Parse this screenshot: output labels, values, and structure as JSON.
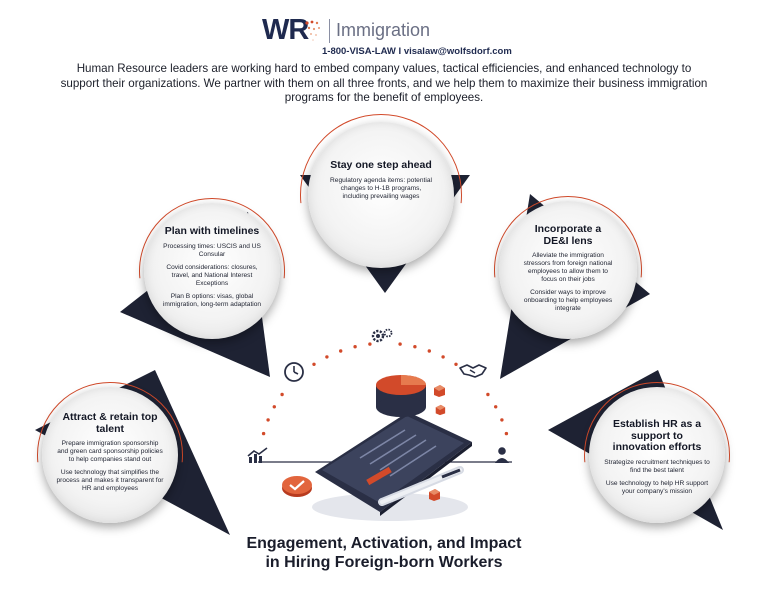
{
  "header": {
    "logo_mark": "WR",
    "logo_name": "Immigration",
    "contact": "1-800-VISA-LAW  I  visalaw@wolfsdorf.com"
  },
  "intro": "Human Resource leaders are working hard to embed company values, tactical efficiencies, and enhanced technology to support their organizations. We partner with them on all three fronts, and we help them to maximize their business immigration programs for the benefit of employees.",
  "sections": {
    "stay_ahead": {
      "title": "Stay one step ahead",
      "text": [
        "Regulatory agenda items: potential changes to H-1B programs, including prevailing wages"
      ]
    },
    "plan": {
      "title": "Plan with timelines",
      "text": [
        "Processing times: USCIS and US Consular",
        "Covid considerations: closures, travel, and National Interest Exceptions",
        "Plan B options: visas, global immigration, long-term adaptation"
      ]
    },
    "dei": {
      "title": "Incorporate a DE&I lens",
      "text": [
        "Alleviate the immigration stressors from foreign national employees to allow them to focus on their jobs",
        "Consider ways to improve onboarding to help employees integrate"
      ]
    },
    "attract": {
      "title": "Attract & retain top talent",
      "text": [
        "Prepare immigration sponsorship and green card sponsorship policies to help companies stand out",
        "Use technology that simplifies the process and makes it transparent for HR and employees"
      ]
    },
    "innovation": {
      "title": "Establish HR as a support to innovation efforts",
      "text": [
        "Strategize recruitment techniques to find the best talent",
        "Use technology to help HR support your company's mission"
      ]
    }
  },
  "footer_title": "Engagement, Activation, and Impact in Hiring Foreign-born Workers",
  "icons": [
    "gear-icon",
    "clock-icon",
    "handshake-icon",
    "growth-chart-icon",
    "person-icon",
    "smartphone-icon",
    "pie-chart-icon",
    "pen-icon"
  ],
  "colors": {
    "navy": "#1f2a4f",
    "accent": "#d24a2a",
    "dark": "#1e2233"
  }
}
